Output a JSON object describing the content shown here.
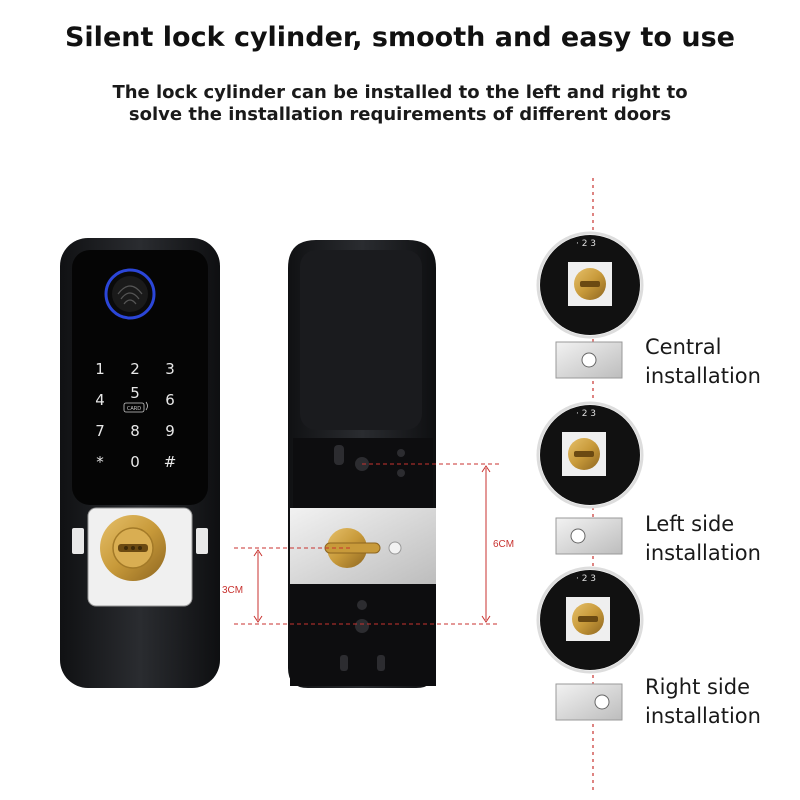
{
  "header": {
    "title": "Silent lock cylinder, smooth and easy to use",
    "subtitle_line1": "The lock cylinder can be installed to the left and right to",
    "subtitle_line2": "solve the installation requirements of different doors"
  },
  "keypad": {
    "keys": [
      "1",
      "2",
      "3",
      "4",
      "5",
      "6",
      "7",
      "8",
      "9",
      "*",
      "0",
      "#"
    ],
    "card_label": "CARD"
  },
  "dimensions": {
    "lower": "3CM",
    "upper": "6CM"
  },
  "options": [
    {
      "label_line1": "Central",
      "label_line2": "installation"
    },
    {
      "label_line1": "Left side",
      "label_line2": "installation"
    },
    {
      "label_line1": "Right side",
      "label_line2": "installation"
    }
  ],
  "colors": {
    "brass": "#c89a3a",
    "lock_body": "#1c1d20",
    "dimension_red": "#c8322f",
    "fingerprint_ring": "#2b46d8"
  }
}
